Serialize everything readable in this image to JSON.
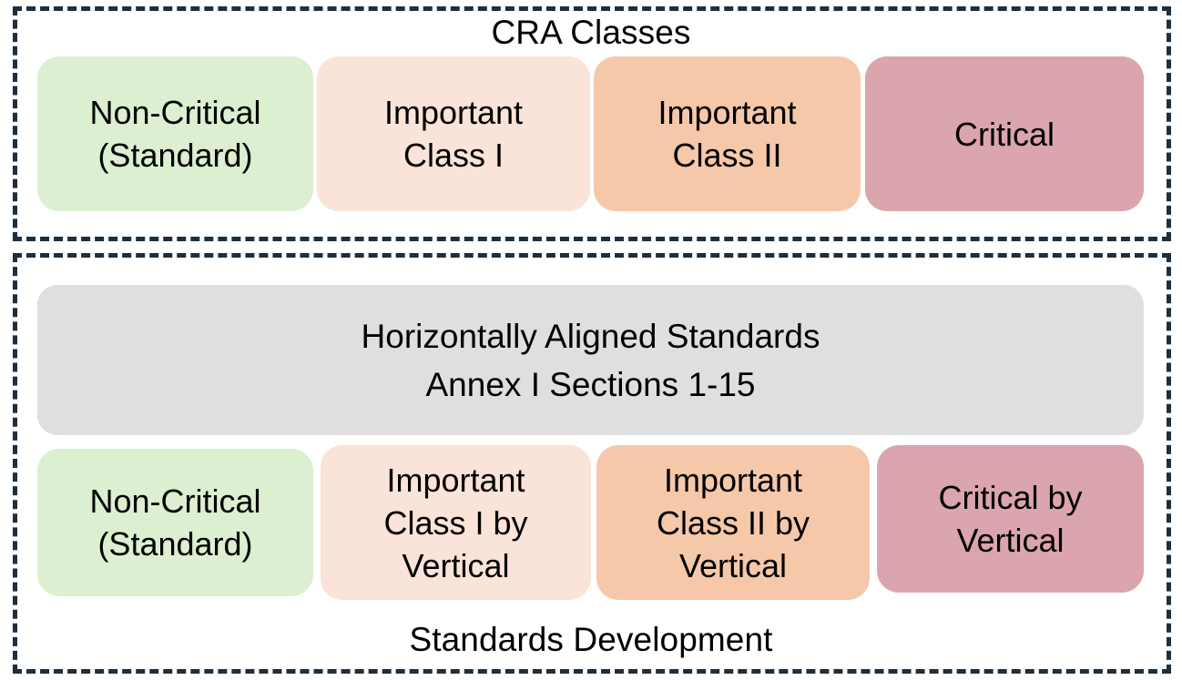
{
  "colors": {
    "frame_border": "#1d2f3e",
    "band_grey": "#dfdfdf",
    "non_critical_green": "#dcefd0",
    "important_i_peach": "#fae3d8",
    "important_ii_orange": "#f6c8aa",
    "critical_rose": "#dba5ad",
    "text": "#000000",
    "background": "#ffffff"
  },
  "cra_section": {
    "caption": "CRA Classes",
    "boxes": [
      {
        "label": "Non-Critical\n(Standard)",
        "line1": "Non-Critical",
        "line2": "(Standard)",
        "color": "#dcefd0"
      },
      {
        "label": "Important\nClass I",
        "line1": "Important",
        "line2": "Class I",
        "color": "#fae3d8"
      },
      {
        "label": "Important\nClass II",
        "line1": "Important",
        "line2": "Class II",
        "color": "#f6c8aa"
      },
      {
        "label": "Critical",
        "line1": "Critical",
        "line2": "",
        "color": "#dba5ad"
      }
    ]
  },
  "standards_section": {
    "caption": "Standards Development",
    "band": {
      "line1": "Horizontally Aligned Standards",
      "line2": "Annex I Sections 1-15",
      "color": "#dfdfdf"
    },
    "boxes": [
      {
        "line1": "Non-Critical",
        "line2": "(Standard)",
        "line3": "",
        "color": "#dcefd0"
      },
      {
        "line1": "Important",
        "line2": "Class I by",
        "line3": "Vertical",
        "color": "#fae3d8"
      },
      {
        "line1": "Important",
        "line2": "Class II by",
        "line3": "Vertical",
        "color": "#f6c8aa"
      },
      {
        "line1": "Critical by",
        "line2": "Vertical",
        "line3": "",
        "color": "#dba5ad"
      }
    ]
  }
}
